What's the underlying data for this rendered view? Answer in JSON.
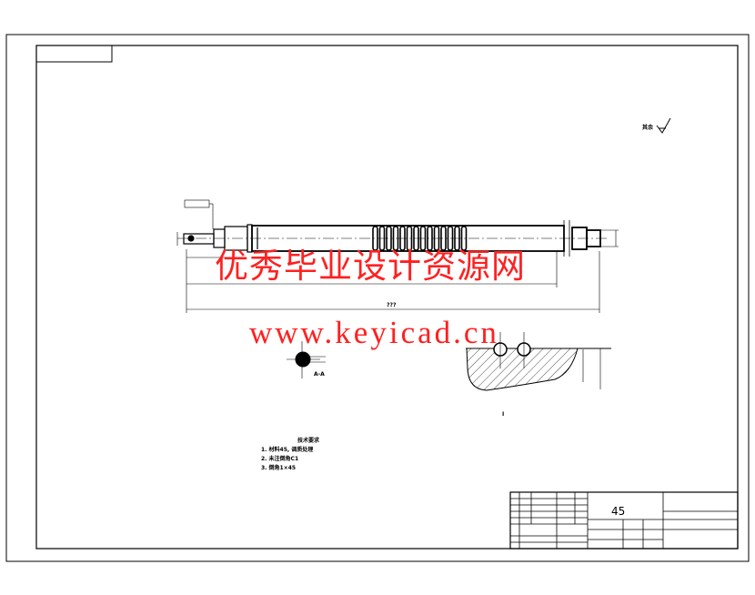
{
  "drawing": {
    "material": "45",
    "overall_length_label": "???",
    "surface_note": "其余",
    "section_label": "A-A",
    "detail_label": "I"
  },
  "technical_requirements": {
    "title": "技术要求",
    "items": [
      "1. 材料45, 调质处理",
      "2. 未注倒角C1",
      "3. 倒角1×45"
    ]
  },
  "watermark": {
    "site_name": "优秀毕业设计资源网",
    "url": "www.keyicad.cn"
  },
  "colors": {
    "line": "#000000",
    "watermark": "#ff2020"
  }
}
